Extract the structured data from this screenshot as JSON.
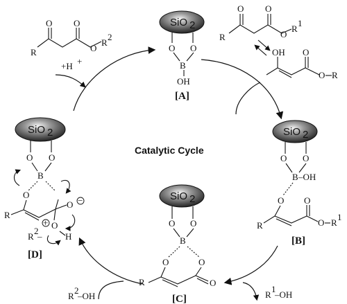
{
  "diagram": {
    "title": "Catalytic Cycle",
    "labels": {
      "A": "[A]",
      "B": "[B]",
      "C": "[C]",
      "D": "[D]"
    },
    "support": {
      "name_main": "SiO",
      "name_sub": "2"
    },
    "atoms": {
      "O": "O",
      "B": "B",
      "OH": "OH",
      "R": "R",
      "H": "H",
      "R1": "R",
      "R1_sup": "1",
      "R2": "R",
      "R2_sup": "2",
      "Ominus_sign": "−",
      "Oplus_sign": "+"
    },
    "side_labels": {
      "proton": "+H",
      "proton_sup": "+",
      "r1oh": "R",
      "r1oh_sup": "1",
      "r1oh_tail": "–OH",
      "r2oh": "R",
      "r2oh_sup": "2",
      "r2oh_tail": "–OH",
      "bond_B_OH": "–OH",
      "r2_dash": "–"
    }
  }
}
